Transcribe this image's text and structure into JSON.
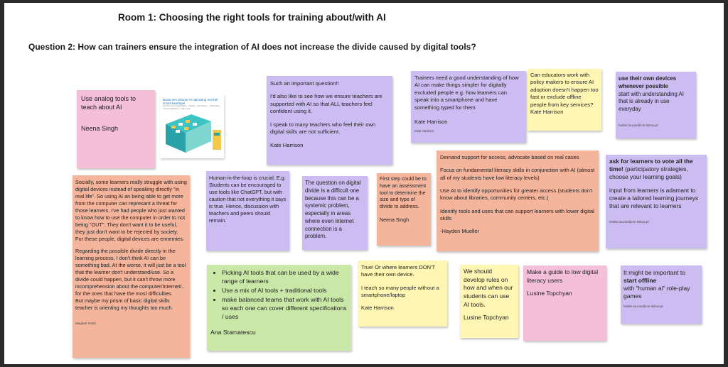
{
  "board": {
    "room_title": "Room 1: Choosing the right tools for training about/with AI",
    "question": "Question 2: How can trainers ensure the integration of AI does not increase the divide caused by digital tools?"
  },
  "image_card": {
    "caption": "Bouw een slimme AI-oplossing met het smart-kaartspel",
    "subline": "Tel hier met bouwblokken · Starter · Gebruikers · Uitbreiding · Voorbeeldkaarten · Meer info"
  },
  "notes": {
    "analog": {
      "text": "Use analog tools to teach about AI",
      "author": "Neena Singh"
    },
    "important": {
      "p1": "Such an important question!!",
      "p2": "I'd also like to see how we ensure teachers are supported with AI so that ALL teachers feel confident using it.",
      "p3": "I speak to many teachers who feel their own digital skills are not sufficient.",
      "author": "Kate Harrison"
    },
    "understanding": {
      "text": "Trainers need a good understanding of how AI can make things simpler for digitally excluded people e.g. how learners can speak into a smartphone and have something typed for them",
      "author": "Kate Harrison",
      "tag": "Kate Harrison"
    },
    "policy": {
      "text": "Can educators work with policy makers to ensure AI adoption doesn't happen too fast or exclude offline people from key services?",
      "author": "Kate Harrison"
    },
    "devices": {
      "bold": "use their own devices whenever possible",
      "text": "start with understanding AI that is already in use everyday",
      "email": "helder.toucas@cm-lisboa.pt"
    },
    "socially": {
      "p1": "Socially, some learners really struggle with using digital devices instead of speaking directly \"in real life\". So using AI an being able to get more from the computer can represant a threat for those learners. I've had people who just wanted to know how to use the computer in order to not being \"OUT\". They don't want it to be useful, they just don't want to be rejected by society. For these people, digital devices are ennemies.",
      "p2": "Regarding the possible divide directly in the learning process, I don't think AI can be something bad. At the worse, it will just be a tool that the learner don't understand/use. So a divide could happen, but it can't throw more incomprehension about the computer/Internet/.. for the ones that have the most difficulties.",
      "p3": "But maybe my prism of basic digital skills teacher is orienting my thoughts too much.",
      "tag": "Meghan Smith"
    },
    "human_loop": {
      "text": "Human-in-the-loop is crucial. E.g. Students can be encouraged to use tools like ChatGPT, but with caution that not everything it says is true. Hence, discussion with teachers and peers should remain."
    },
    "question_divide": {
      "text": "The question on digital divide is a difficult one because this can be a systemic problem, especially in areas where even internet connection is a problem."
    },
    "first_step": {
      "text": "First step could be to have an assessment tool to determine the size and type of divide to address.",
      "author": "Neena Singh"
    },
    "demand": {
      "p1": "Demand support for access, advocate based on real cases",
      "p2": "Focus on fundamental literacy skills in conjunction with AI (almost all of my students have low literacy levels)",
      "p3": "Use AI to identify opportunities for greater access (students don't know about libraries, community centers, etc.)",
      "p4": "Identify tools and uses that can support learners with lower digital skills",
      "author": "-Hayden Mueller"
    },
    "vote": {
      "bold": "ask for learners to vote all the time!",
      "text": " (participatory strategies, choose your learning goals)",
      "p2": "input from learners is adamant to create a tailored learning journeys that are relevant to learners",
      "email": "helder.toucas@cm-lisboa.pt"
    },
    "picking": {
      "items": [
        "Picking AI tools that can be used by a wide range of learners",
        "Use a mix of AI tools + traditional tools",
        "make balanced teams that work with AI tools so each one can cover different specifications / uses"
      ],
      "author": "Ana Stamatescu"
    },
    "true_or": {
      "p1": "True! Or where learners DON'T have their own device.",
      "p2": "I teach so many people without a smartphone/laptop",
      "author": "Kate Harrison"
    },
    "rules": {
      "text": "We should develop rules on how and when our students can use AI tools.",
      "author": "Lusine Topchyan"
    },
    "guide": {
      "text": "Make a guide to low digital literacy users",
      "author": "Lusine Topchyan"
    },
    "offline": {
      "pre": "It might be important to ",
      "bold": "start offline",
      "text": "with \"human ai\" role-play games",
      "email": "helder.toucas@cm-lisboa.pt"
    }
  }
}
